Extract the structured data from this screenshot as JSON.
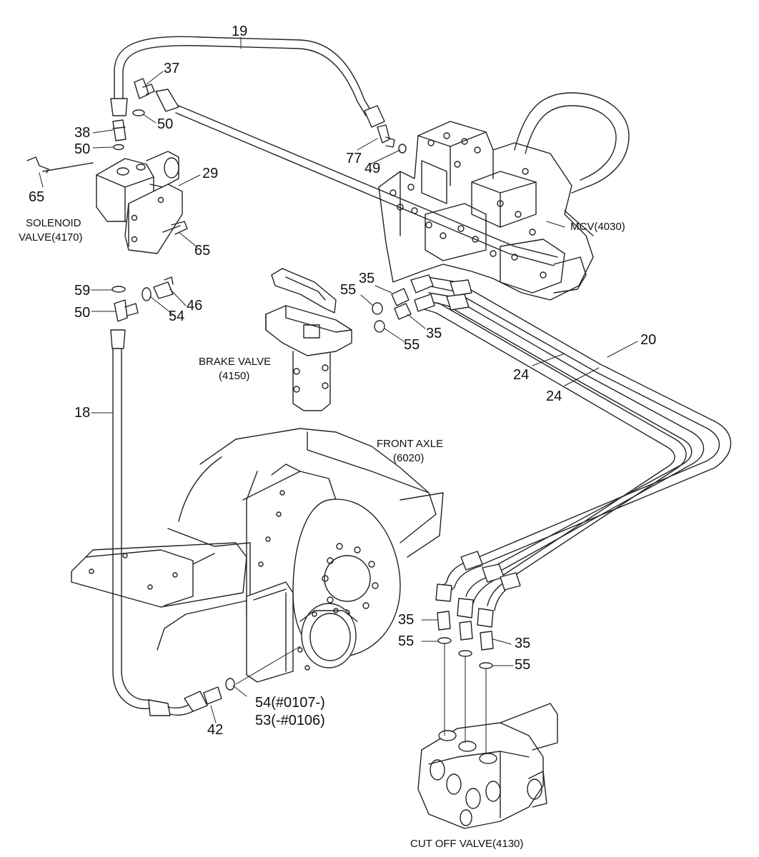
{
  "part_numbers": {
    "n19": "19",
    "n37": "37",
    "n50a": "50",
    "n38": "38",
    "n50b": "50",
    "n65a": "65",
    "n29": "29",
    "n77": "77",
    "n49": "49",
    "n65b": "65",
    "n59": "59",
    "n50c": "50",
    "n54": "54",
    "n46": "46",
    "n55a": "55",
    "n35a": "35",
    "n35b": "35",
    "n55b": "55",
    "n20": "20",
    "n24a": "24",
    "n24b": "24",
    "n18": "18",
    "n35c": "35",
    "n55c": "55",
    "n35d": "35",
    "n55d": "55",
    "n54b": "54(#0107-)",
    "n53": "53(-#0106)",
    "n42": "42"
  },
  "components": {
    "solenoid_valve_line1": "SOLENOID",
    "solenoid_valve_line2": "VALVE(4170)",
    "mcv": "MCV(4030)",
    "brake_valve_line1": "BRAKE VALVE",
    "brake_valve_line2": "(4150)",
    "front_axle_line1": "FRONT AXLE",
    "front_axle_line2": "(6020)",
    "cut_off_valve": "CUT OFF VALVE(4130)"
  }
}
